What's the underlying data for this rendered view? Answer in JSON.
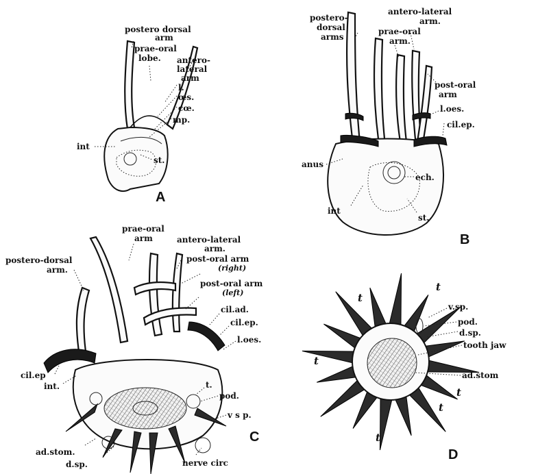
{
  "panels": {
    "a": {
      "letter": "A",
      "labels": {
        "postero_dorsal_arm_1": "postero dorsal",
        "postero_dorsal_arm_2": "arm",
        "prae_oral_lobe_1": "prae-oral",
        "prae_oral_lobe_2": "lobe.",
        "antero_lateral_arm_1": "antero-",
        "antero_lateral_arm_2": "lateral",
        "antero_lateral_arm_3": "arm",
        "l": "l.",
        "oes": "œs.",
        "coe": "cœ.",
        "mp": "mp.",
        "int": "int",
        "st": "st."
      }
    },
    "b": {
      "letter": "B",
      "labels": {
        "postero_dorsal_arms_1": "postero-",
        "postero_dorsal_arms_2": "dorsal",
        "postero_dorsal_arms_3": "arms",
        "antero_lateral_arm_1": "antero-lateral",
        "antero_lateral_arm_2": "arm.",
        "prae_oral_arm_1": "prae-oral",
        "prae_oral_arm_2": "arm.",
        "post_oral_arm_1": "post-oral",
        "post_oral_arm_2": "arm",
        "l_oes": "l.oes.",
        "cil_ep": "cil.ep.",
        "anus": "anus",
        "ech": "ech.",
        "int": "int",
        "st": "st."
      }
    },
    "c": {
      "letter": "C",
      "labels": {
        "prae_oral_arm_1": "prae-oral",
        "prae_oral_arm_2": "arm",
        "antero_lateral_arm_1": "antero-lateral",
        "antero_lateral_arm_2": "arm.",
        "post_oral_right_1": "post-oral arm",
        "post_oral_right_2": "(right)",
        "postero_dorsal_arm_1": "postero-dorsal",
        "postero_dorsal_arm_2": "arm.",
        "post_oral_left_1": "post-oral arm",
        "post_oral_left_2": "(left)",
        "cil_ad": "cil.ad.",
        "cil_ep": "cil.ep.",
        "l_oes": "l.oes.",
        "cil_ep_left": "cil.ep",
        "int": "int.",
        "t": "t.",
        "pod": "pod.",
        "vsp": "v s p.",
        "ad_stom": "ad.stom.",
        "d_sp": "d.sp.",
        "nerve_circ": "nerve circ"
      }
    },
    "d": {
      "letter": "D",
      "t_marks": [
        "t",
        "t",
        "t",
        "t",
        "t",
        "t"
      ],
      "labels": {
        "vsp": "v.sp.",
        "pod": "pod.",
        "d_sp": "d.sp.",
        "tooth_jaw": "tooth jaw",
        "ad_stom": "ad.stom"
      }
    }
  }
}
